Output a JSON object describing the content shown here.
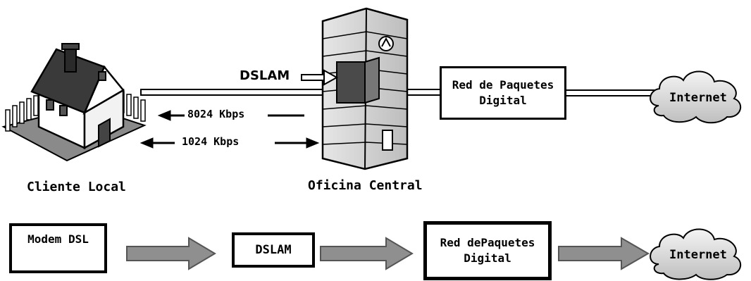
{
  "top": {
    "dslam_label": "DSLAM",
    "speed_down": "8024 Kbps",
    "speed_up": "1024 Kbps",
    "client_label": "Cliente Local",
    "office_label": "Oficina Central",
    "network_box": {
      "line1": "Red de Paquetes",
      "line2": "Digital"
    },
    "internet_label": "Internet"
  },
  "bottom": {
    "modem_label": "Modem DSL",
    "dslam_label": "DSLAM",
    "network_box": {
      "line1": "Red dePaquetes",
      "line2": "Digital"
    },
    "internet_label": "Internet"
  }
}
